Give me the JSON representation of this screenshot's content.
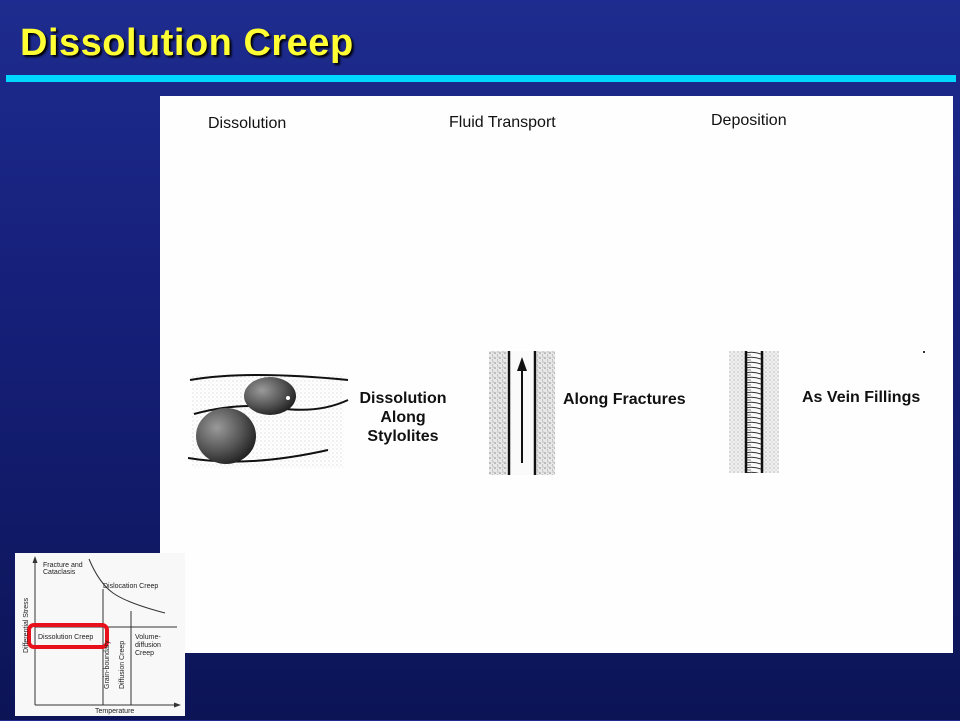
{
  "slide": {
    "title": "Dissolution Creep",
    "colors": {
      "background": "#16207a",
      "title": "#ffff33",
      "rule": "#00d7ff"
    }
  },
  "figure": {
    "headers": {
      "dissolution": "Dissolution",
      "transport": "Fluid Transport",
      "deposition": "Deposition"
    },
    "labels": {
      "stylolites": [
        "Dissolution",
        "Along",
        "Stylolites"
      ],
      "fractures": "Along Fractures",
      "veins": "As Vein Fillings"
    }
  },
  "inset": {
    "fracture": [
      "Fracture and",
      "Cataclasis"
    ],
    "dislocation": "Dislocation Creep",
    "dissolution": "Dissolution Creep",
    "grain_boundary": [
      "Grain-boundary",
      "Diffusion Creep"
    ],
    "volume": [
      "Volume-",
      "diffusion",
      "Creep"
    ],
    "y_axis": "Differential Stress",
    "x_axis": "Temperature",
    "highlight_color": "#e8101a"
  }
}
